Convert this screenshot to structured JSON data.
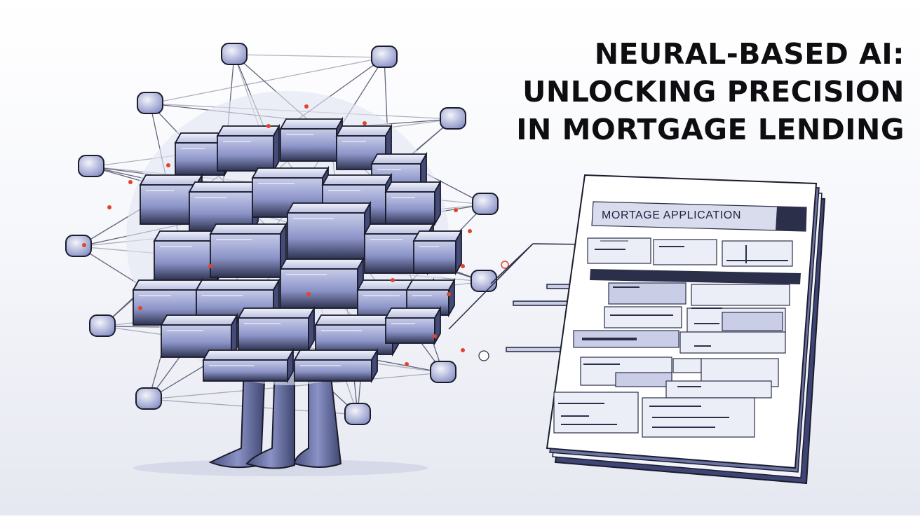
{
  "title": {
    "line1": "NEURAL-BASED AI:",
    "line2": "UNLOCKING PRECISION",
    "line3": "IN MORTGAGE LENDING"
  },
  "document": {
    "heading": "MORTAGE APPLICATION"
  },
  "colors": {
    "cube_fill": "#8d95c9",
    "cube_top": "#d7dbf0",
    "cube_dark": "#2d3250",
    "outline": "#1a1c2c",
    "accent_red": "#e0452c",
    "doc_header": "#2c2f4a"
  },
  "illustration": {
    "subject": "neural-network-robot-icon",
    "document": "mortgage-application-form-icon"
  }
}
